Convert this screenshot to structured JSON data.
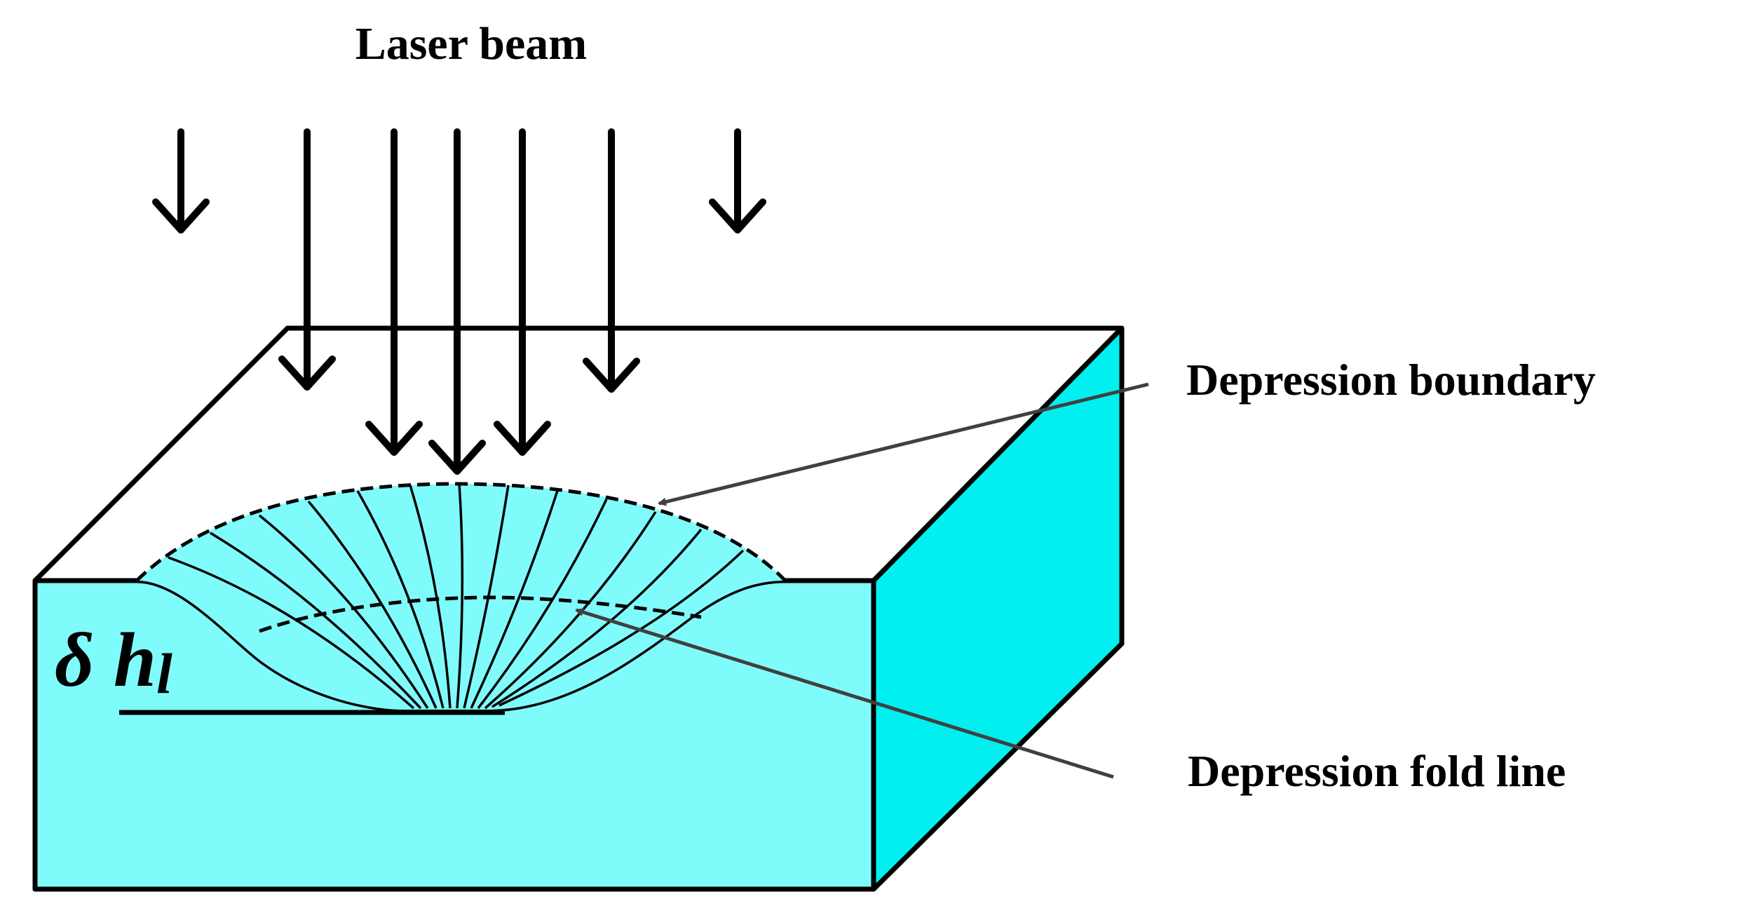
{
  "labels": {
    "laser_beam": "Laser beam",
    "depression_boundary": "Depression boundary",
    "depression_fold_line": "Depression fold line",
    "depth_symbol": "δ h",
    "depth_subscript": "l"
  },
  "colors": {
    "block_fill": "#80FBFB",
    "side_fill": "#00F0F0",
    "top_fill": "#FFFFFF",
    "outline": "#000000",
    "pointer": "#404040"
  }
}
